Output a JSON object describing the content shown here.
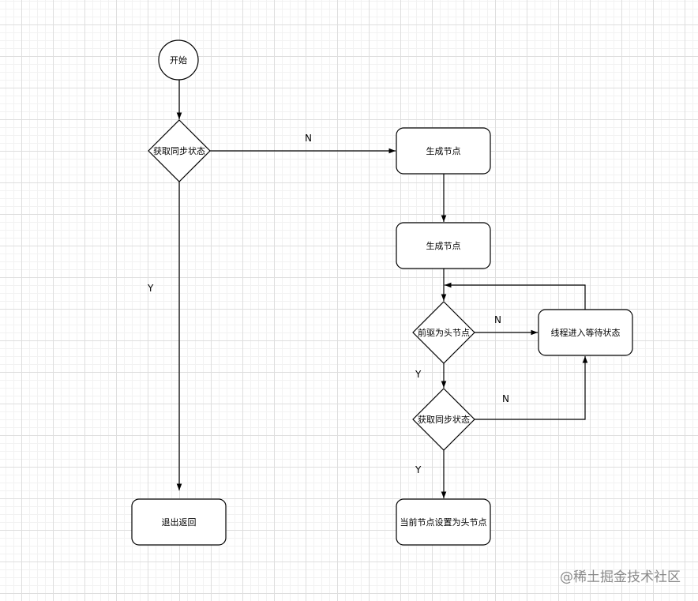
{
  "nodes": {
    "start": "开始",
    "check_sync_left": "获取同步状态",
    "create_node_1": "生成节点",
    "create_node_2": "生成节点",
    "pred_is_head": "前驱为头节点",
    "thread_wait": "线程进入等待状态",
    "check_sync_right": "获取同步状态",
    "set_head": "当前节点设置为头节点",
    "exit_return": "退出返回"
  },
  "edge_labels": {
    "left_n": "N",
    "left_y": "Y",
    "pred_n": "N",
    "pred_y": "Y",
    "sync_n": "N",
    "sync_y": "Y"
  },
  "watermark": "@稀土掘金技术社区"
}
